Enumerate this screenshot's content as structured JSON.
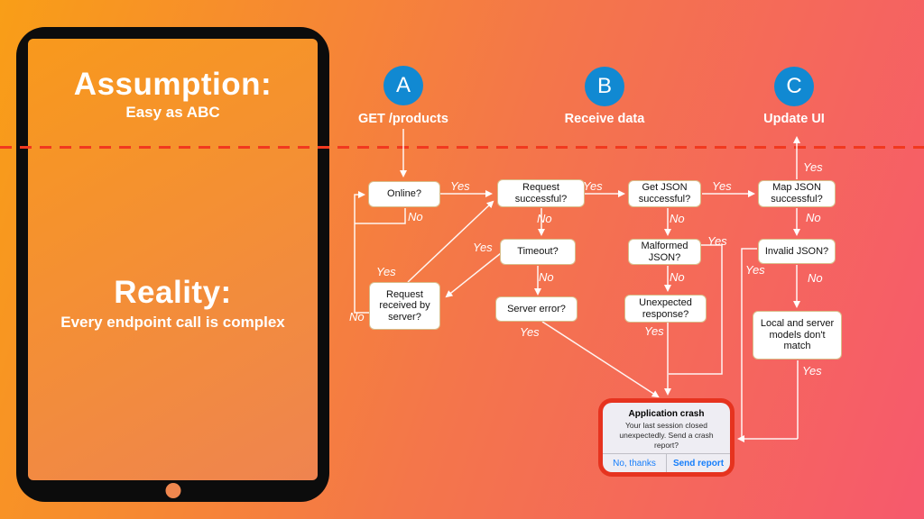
{
  "tablet": {
    "assumption_title": "Assumption:",
    "assumption_subtitle": "Easy as ABC",
    "reality_title": "Reality:",
    "reality_subtitle": "Every endpoint call is complex"
  },
  "steps": {
    "a": {
      "letter": "A",
      "label": "GET /products"
    },
    "b": {
      "letter": "B",
      "label": "Receive data"
    },
    "c": {
      "letter": "C",
      "label": "Update UI"
    }
  },
  "nodes": {
    "online": "Online?",
    "request_successful": "Request successful?",
    "timeout": "Timeout?",
    "server_error": "Server error?",
    "request_received": "Request received by server?",
    "get_json": "Get JSON successful?",
    "malformed_json": "Malformed JSON?",
    "unexpected_response": "Unexpected response?",
    "map_json": "Map JSON successful?",
    "invalid_json": "Invalid JSON?",
    "models_mismatch": "Local and server models don't match"
  },
  "labels": {
    "yes": "Yes",
    "no": "No"
  },
  "edges": [
    {
      "from": "step_a",
      "to": "online",
      "label": ""
    },
    {
      "from": "online",
      "to": "request_successful",
      "label": "Yes"
    },
    {
      "from": "online",
      "to": "online",
      "label": "No"
    },
    {
      "from": "request_successful",
      "to": "get_json",
      "label": "Yes"
    },
    {
      "from": "request_successful",
      "to": "timeout",
      "label": "No"
    },
    {
      "from": "timeout",
      "to": "request_received",
      "label": "Yes"
    },
    {
      "from": "timeout",
      "to": "server_error",
      "label": "No"
    },
    {
      "from": "request_received",
      "to": "request_successful",
      "label": "Yes"
    },
    {
      "from": "request_received",
      "to": "online",
      "label": "No"
    },
    {
      "from": "server_error",
      "to": "crash_dialog",
      "label": "Yes"
    },
    {
      "from": "get_json",
      "to": "map_json",
      "label": "Yes"
    },
    {
      "from": "get_json",
      "to": "malformed_json",
      "label": "No"
    },
    {
      "from": "malformed_json",
      "to": "crash_dialog",
      "label": "Yes"
    },
    {
      "from": "malformed_json",
      "to": "unexpected_response",
      "label": "No"
    },
    {
      "from": "unexpected_response",
      "to": "crash_dialog",
      "label": "Yes"
    },
    {
      "from": "map_json",
      "to": "step_c",
      "label": "Yes"
    },
    {
      "from": "map_json",
      "to": "invalid_json",
      "label": "No"
    },
    {
      "from": "invalid_json",
      "to": "crash_dialog",
      "label": "Yes"
    },
    {
      "from": "invalid_json",
      "to": "models_mismatch",
      "label": "No"
    },
    {
      "from": "models_mismatch",
      "to": "crash_dialog",
      "label": "Yes"
    }
  ],
  "crash_dialog": {
    "title": "Application crash",
    "message": "Your last session closed unexpectedly. Send a crash report?",
    "dismiss_button": "No, thanks",
    "send_button": "Send report"
  },
  "colors": {
    "background_orange": "#f99e17",
    "background_pink": "#f6596d",
    "step_circle_blue": "#1189d2",
    "dashed_line_red": "#f1391f",
    "crash_border_red": "#e6331f",
    "dialog_button_blue": "#157efb",
    "node_border_tan": "#d8bd8a"
  }
}
